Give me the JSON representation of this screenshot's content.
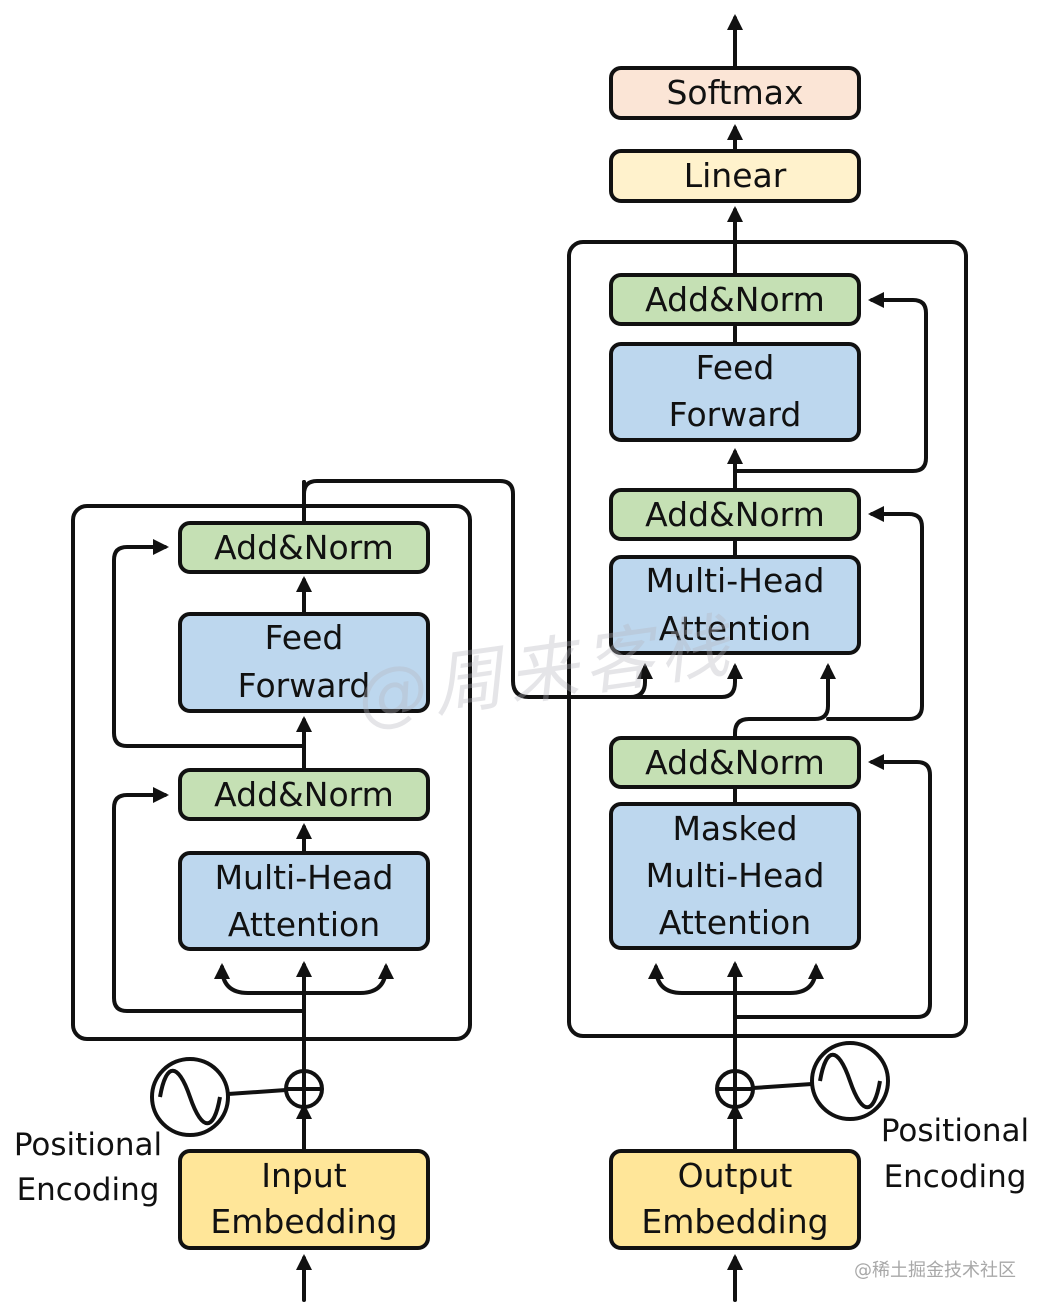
{
  "colors": {
    "stroke": "#111111",
    "add_norm": "#c5e0b4",
    "attention": "#bdd7ee",
    "embedding": "#ffe699",
    "linear": "#fff2cc",
    "softmax": "#fbe5d6"
  },
  "encoder": {
    "add_norm_top": "Add&Norm",
    "feed_forward": [
      "Feed",
      "Forward"
    ],
    "add_norm_bottom": "Add&Norm",
    "attention": [
      "Multi-Head",
      "Attention"
    ],
    "embedding": [
      "Input",
      "Embedding"
    ],
    "positional_encoding": [
      "Positional",
      "Encoding"
    ]
  },
  "decoder": {
    "softmax": "Softmax",
    "linear": "Linear",
    "add_norm_top": "Add&Norm",
    "feed_forward": [
      "Feed",
      "Forward"
    ],
    "add_norm_middle": "Add&Norm",
    "attention": [
      "Multi-Head",
      "Attention"
    ],
    "add_norm_bottom": "Add&Norm",
    "masked_attention": [
      "Masked",
      "Multi-Head",
      "Attention"
    ],
    "embedding": [
      "Output",
      "Embedding"
    ],
    "positional_encoding": [
      "Positional",
      "Encoding"
    ]
  },
  "watermarks": {
    "corner": "@稀土掘金技术社区",
    "center": "@周来客栈"
  }
}
